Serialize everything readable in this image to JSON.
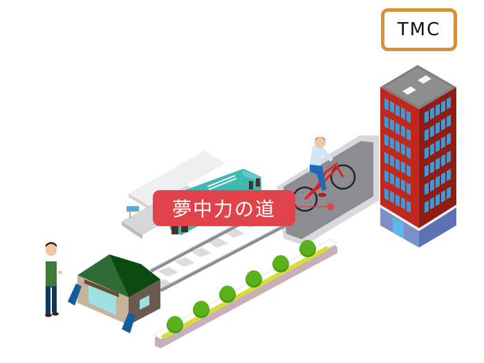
{
  "labels": {
    "company": "TMC",
    "road": "夢中力の道"
  },
  "colors": {
    "company_border": "#d8903a",
    "road_badge": "#e0434a",
    "building_red": "#c0281e",
    "building_base": "#7d8fc7",
    "train_teal": "#3fb8b0",
    "shop_roof": "#2f6b35",
    "bushes": "#5ab21a"
  },
  "scene": {
    "elements": [
      "office-building",
      "bicycle-road",
      "cyclist",
      "train-station",
      "train",
      "railway-tracks",
      "shop",
      "shopkeeper",
      "planter-with-bushes"
    ]
  }
}
